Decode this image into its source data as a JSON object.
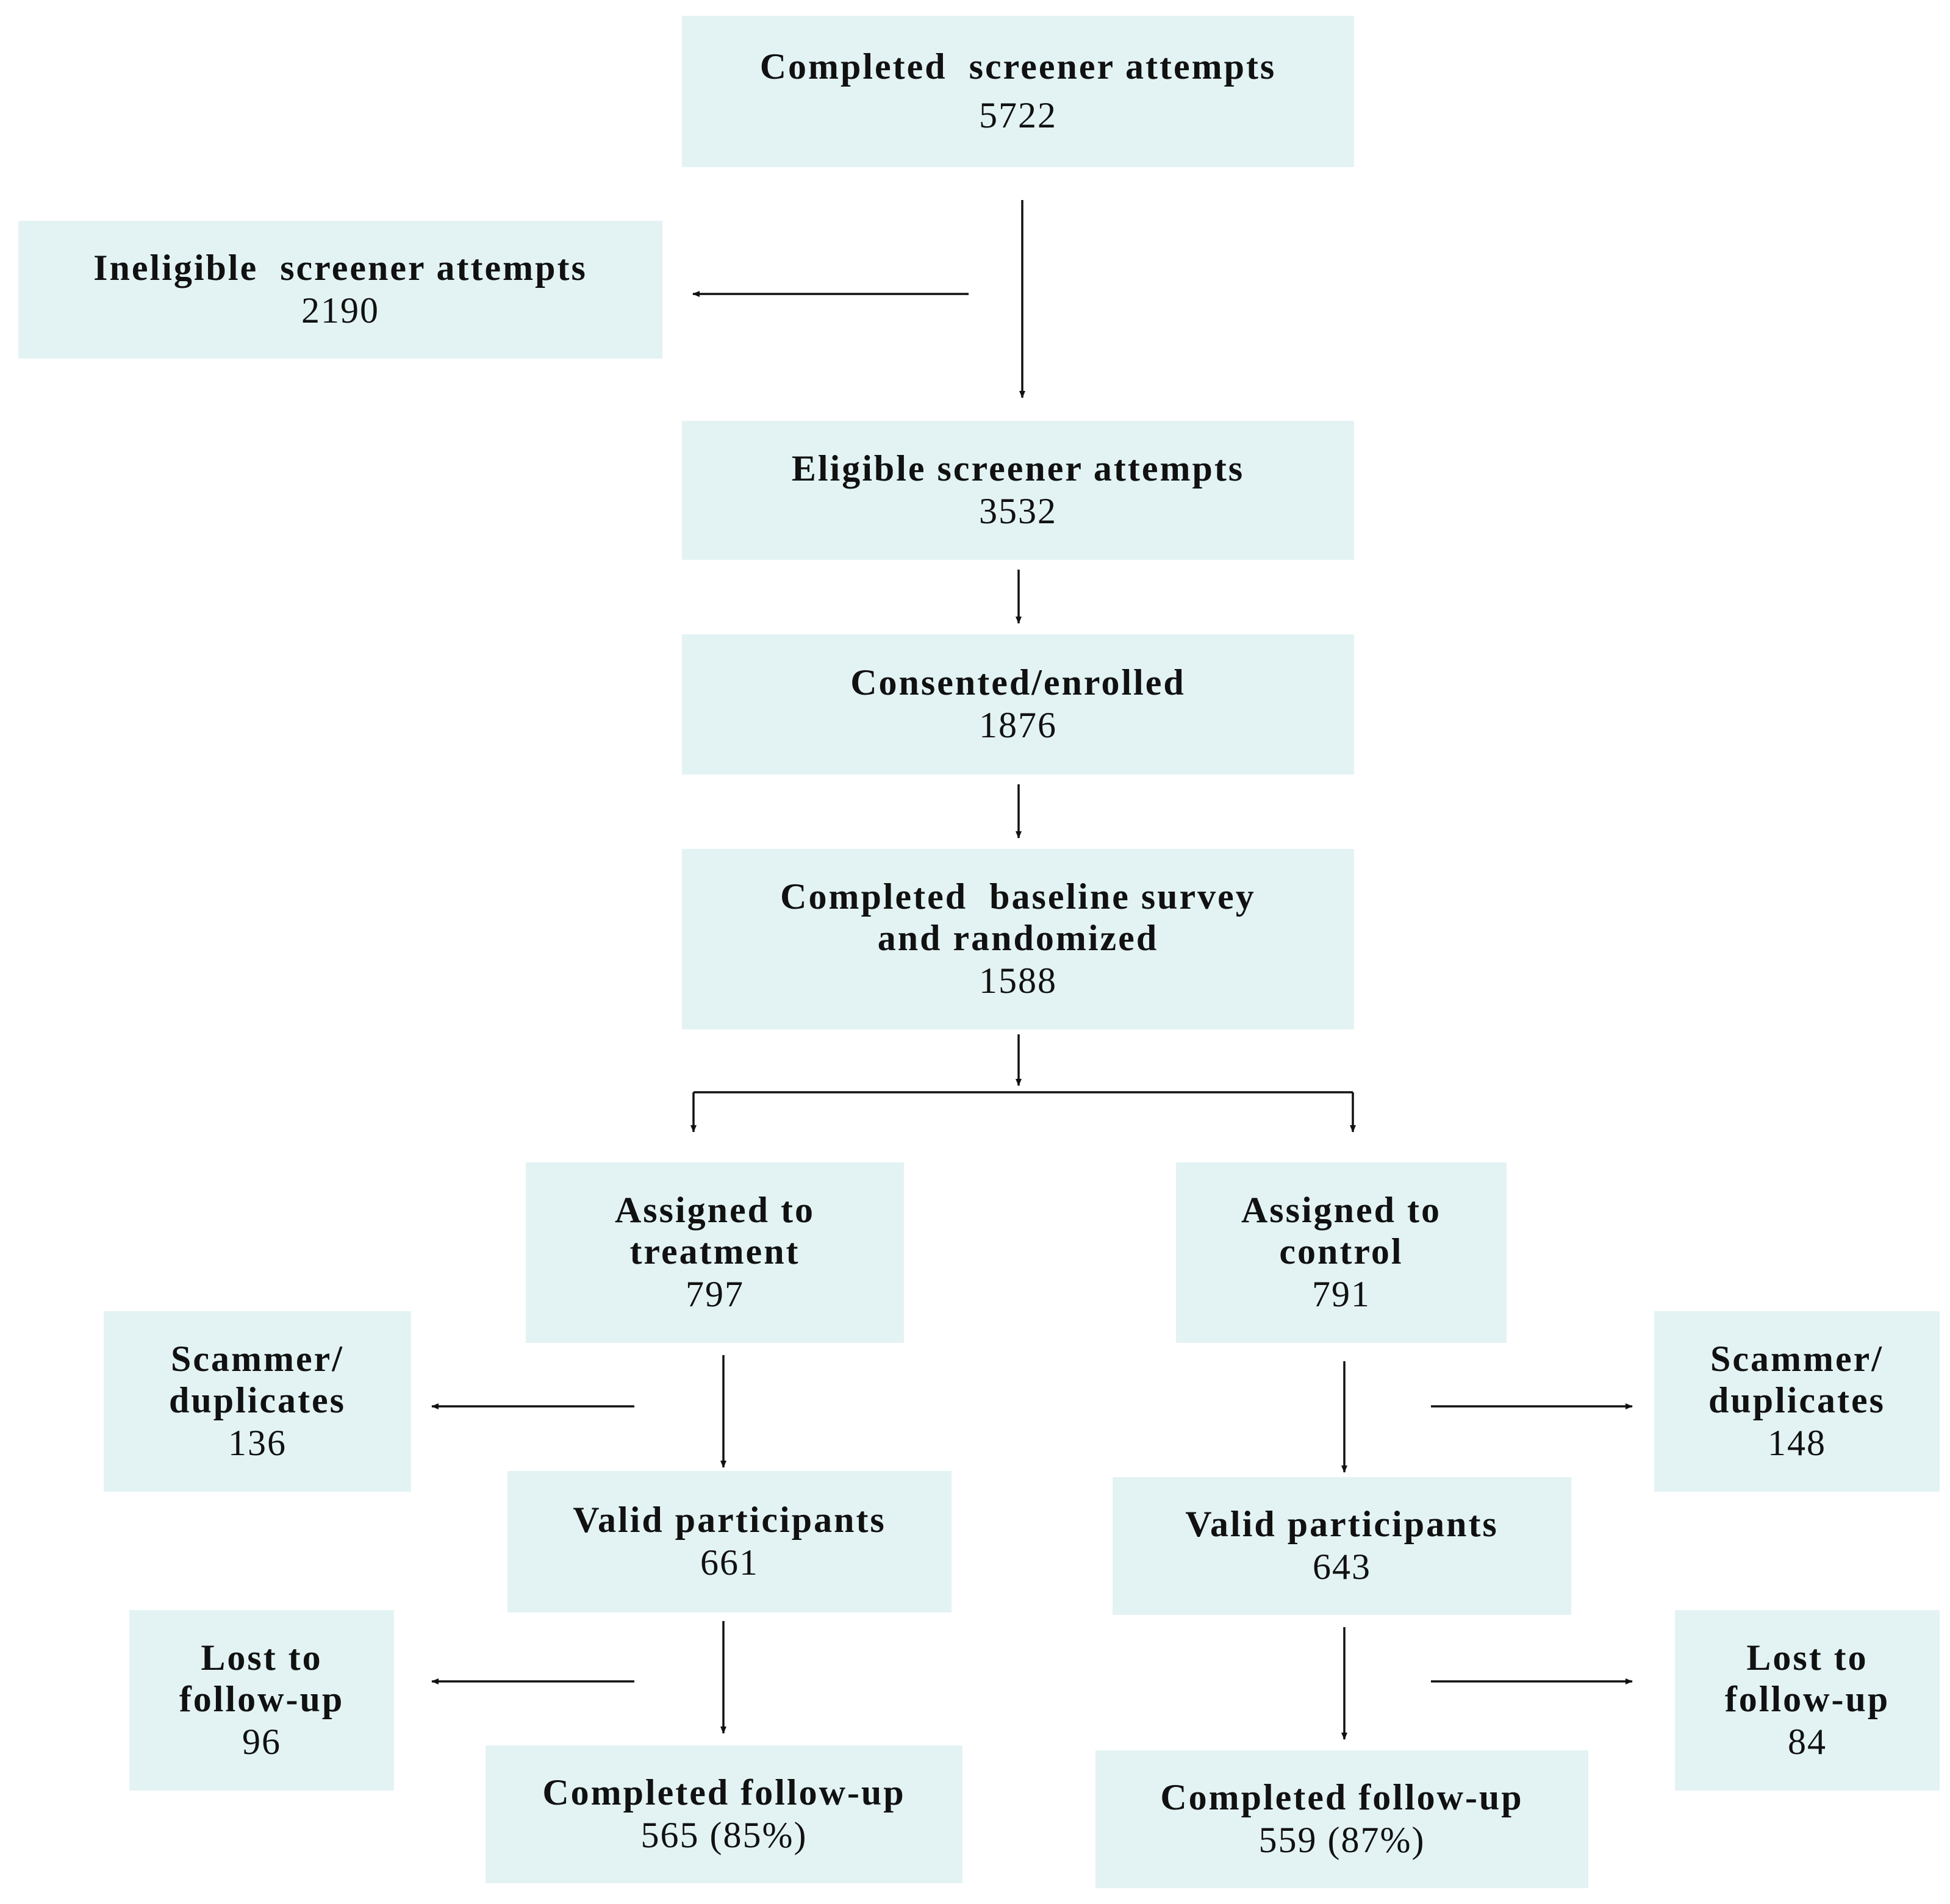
{
  "colors": {
    "box_fill": "#e3f3f4",
    "arrow": "#111111"
  },
  "nodes": {
    "completed_screener": {
      "line1": "Completed  screener attempts",
      "value": "5722"
    },
    "ineligible_screener": {
      "line1": "Ineligible  screener attempts",
      "value": "2190"
    },
    "eligible_screener": {
      "line1": "Eligible screener attempts",
      "value": "3532"
    },
    "consented": {
      "line1": "Consented/enrolled",
      "value": "1876"
    },
    "baseline": {
      "line1": "Completed  baseline survey",
      "line2": "and randomized",
      "value": "1588"
    },
    "treatment": {
      "line1": "Assigned to",
      "line2": "treatment",
      "value": "797"
    },
    "control": {
      "line1": "Assigned to",
      "line2": "control",
      "value": "791"
    },
    "scammer_treatment": {
      "line1": "Scammer/",
      "line2": "duplicates",
      "value": "136"
    },
    "scammer_control": {
      "line1": "Scammer/",
      "line2": "duplicates",
      "value": "148"
    },
    "valid_treatment": {
      "line1": "Valid participants",
      "value": "661"
    },
    "valid_control": {
      "line1": "Valid participants",
      "value": "643"
    },
    "lost_treatment": {
      "line1": "Lost to",
      "line2": "follow-up",
      "value": "96"
    },
    "lost_control": {
      "line1": "Lost to",
      "line2": "follow-up",
      "value": "84"
    },
    "followup_treatment": {
      "line1": "Completed follow-up",
      "value": "565 (85%)"
    },
    "followup_control": {
      "line1": "Completed follow-up",
      "value": "559 (87%)"
    }
  }
}
